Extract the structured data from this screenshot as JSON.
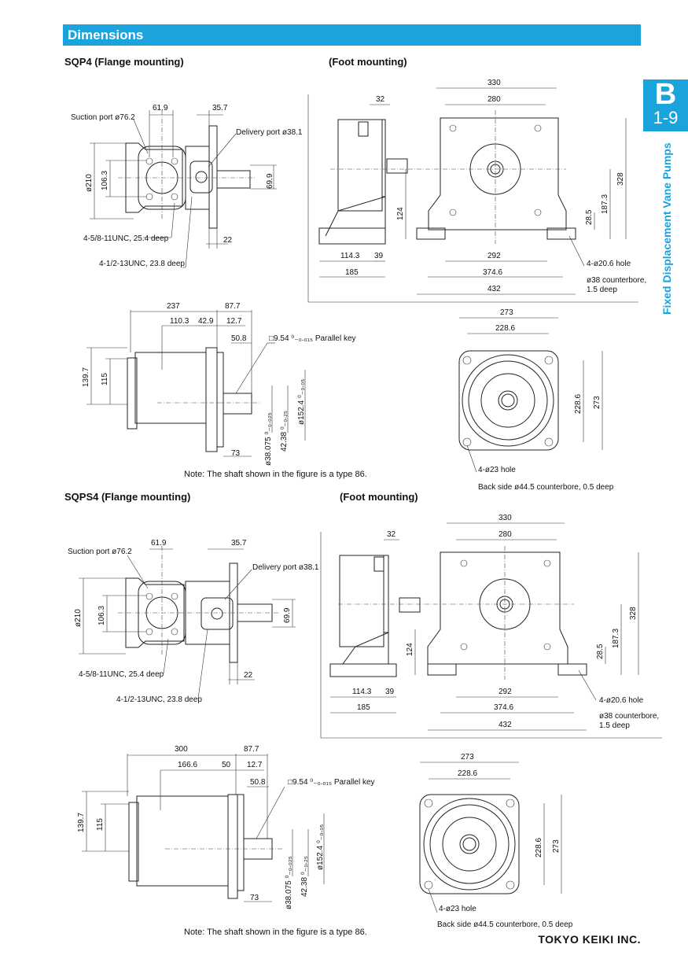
{
  "header": {
    "title": "Dimensions"
  },
  "side_tab": {
    "letter": "B",
    "page": "1-9",
    "section": "Fixed Displacement Vane Pumps"
  },
  "sqp4": {
    "flange_title": "SQP4 (Flange mounting)",
    "foot_title": "(Foot mounting)",
    "note": "Note: The shaft shown in the figure is a type 86.",
    "flange_front": {
      "suction": "Suction port ø76.2",
      "delivery": "Delivery port ø38.1",
      "d1": "61.9",
      "d2": "35.7",
      "d3": "ø210",
      "d4": "106.3",
      "d5": "69.9",
      "d6": "22",
      "bolt1": "4-5/8-11UNC, 25.4 deep",
      "bolt2": "4-1/2-13UNC, 23.8 deep"
    },
    "side": {
      "d1": "237",
      "d2": "87.7",
      "d3": "110.3",
      "d4": "42.9",
      "d5": "12.7",
      "d6": "50.8",
      "d7": "139.7",
      "d8": "115",
      "d9": "73",
      "key": "□9.54 ⁰₋₀.₀₁₅ Parallel key",
      "shaft1": "ø38.075 ⁰₋₀.₀₂₅",
      "shaft2": "42.38 ⁰₋₀.₂₅",
      "shaft3": "ø152.4 ⁰₋₀.₀₅"
    },
    "foot": {
      "d1": "330",
      "d2": "280",
      "d3": "32",
      "d4": "328",
      "d5": "187.3",
      "d6": "28.5",
      "d7": "124",
      "d8": "114.3",
      "d9": "39",
      "d10": "185",
      "d11": "292",
      "d12": "374.6",
      "d13": "432",
      "hole": "4-ø20.6 hole",
      "counterbore": "ø38 counterbore,",
      "deep": "1.5 deep"
    },
    "flange_face": {
      "d1": "273",
      "d2": "228.6",
      "d3": "228.6",
      "d4": "273",
      "hole": "4-ø23 hole",
      "back": "Back side ø44.5 counterbore, 0.5 deep"
    }
  },
  "sqps4": {
    "flange_title": "SQPS4 (Flange mounting)",
    "foot_title": "(Foot mounting)",
    "note": "Note: The shaft shown in the figure is a type 86.",
    "flange_front": {
      "suction": "Suction port ø76.2",
      "delivery": "Delivery port ø38.1",
      "d1": "61.9",
      "d2": "35.7",
      "d3": "ø210",
      "d4": "106.3",
      "d5": "69.9",
      "d6": "22",
      "bolt1": "4-5/8-11UNC, 25.4 deep",
      "bolt2": "4-1/2-13UNC, 23.8 deep"
    },
    "side": {
      "d1": "300",
      "d2": "87.7",
      "d3": "166.6",
      "d4": "50",
      "d5": "12.7",
      "d6": "50.8",
      "d7": "139.7",
      "d8": "115",
      "d9": "73",
      "key": "□9.54 ⁰₋₀.₀₁₅ Parallel key",
      "shaft1": "ø38.075 ⁰₋₀.₀₂₅",
      "shaft2": "42.38 ⁰₋₀.₂₅",
      "shaft3": "ø152.4 ⁰₋₀.₀₅"
    },
    "foot": {
      "d1": "330",
      "d2": "280",
      "d3": "32",
      "d4": "328",
      "d5": "187.3",
      "d6": "28.5",
      "d7": "124",
      "d8": "114.3",
      "d9": "39",
      "d10": "185",
      "d11": "292",
      "d12": "374.6",
      "d13": "432",
      "hole": "4-ø20.6 hole",
      "counterbore": "ø38 counterbore,",
      "deep": "1.5 deep"
    },
    "flange_face": {
      "d1": "273",
      "d2": "228.6",
      "d3": "228.6",
      "d4": "273",
      "hole": "4-ø23 hole",
      "back": "Back side ø44.5 counterbore, 0.5 deep"
    }
  },
  "footer": {
    "brand": "TOKYO KEIKI INC."
  },
  "colors": {
    "accent": "#1aa3dc"
  }
}
